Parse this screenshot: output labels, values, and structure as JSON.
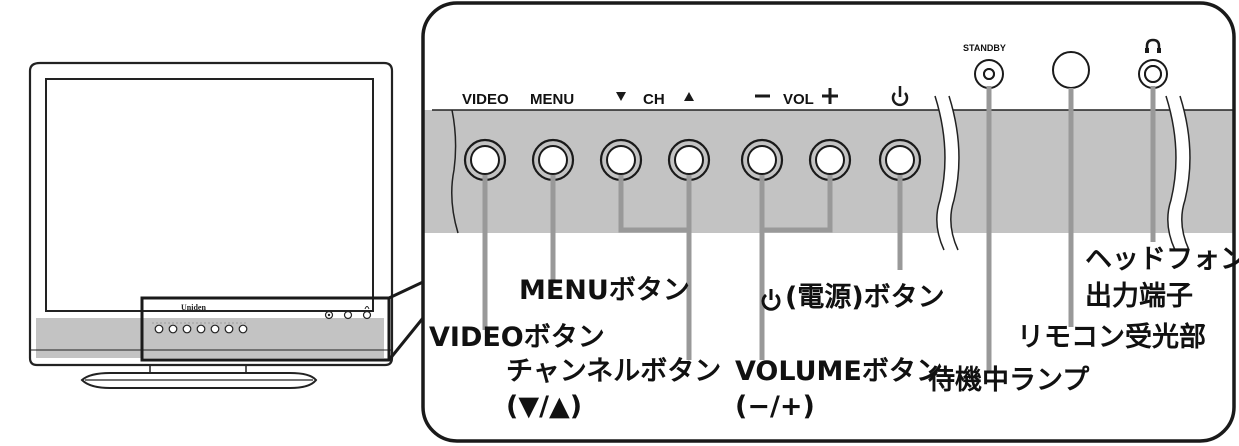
{
  "panel": {
    "brand": "Uniden",
    "labels": {
      "video": "VIDEO",
      "menu": "MENU",
      "ch_down": "▼",
      "ch": "CH",
      "ch_up": "▲",
      "vol_minus": "−",
      "vol": "VOL",
      "vol_plus": "+",
      "power_symbol": "⏻",
      "standby": "STANDBY",
      "headphone_symbol": "🎧"
    }
  },
  "callouts": {
    "menu_button": "MENUボタン",
    "video_button": "VIDEOボタン",
    "channel_button_line1": "チャンネルボタン",
    "channel_button_line2": "(▼/▲)",
    "power_button": "(電源)ボタン",
    "volume_button_line1": "VOLUMEボタン",
    "volume_button_line2": "(−/+)",
    "standby_lamp": "待機中ランプ",
    "remote_sensor": "リモコン受光部",
    "headphone_line1": "ヘッドフォン",
    "headphone_line2": "出力端子"
  },
  "colors": {
    "panel_gray": "#c3c3c3",
    "line_gray": "#999999",
    "outline": "#1a1a1a"
  }
}
